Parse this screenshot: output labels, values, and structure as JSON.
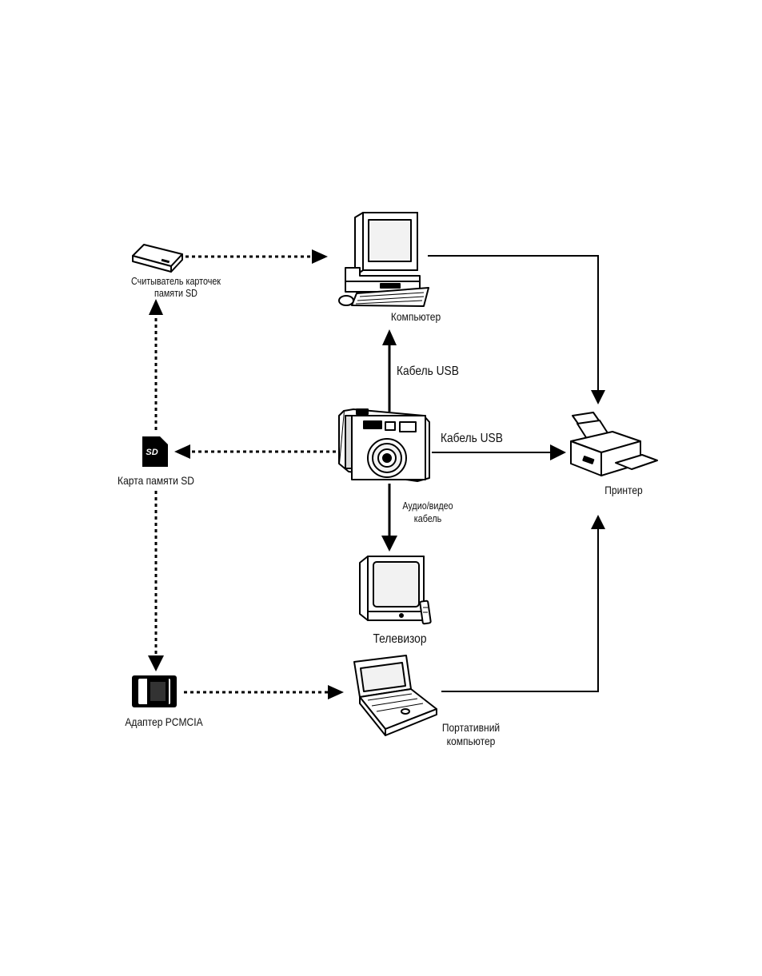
{
  "labels": {
    "card_reader": [
      "Считыватель карточек",
      "памяти SD"
    ],
    "computer": "Компьютер",
    "usb_cable_vertical": "Кабель USB",
    "usb_cable_horizontal": "Кабель USB",
    "sd_card": "Карта памяти SD",
    "av_cable": [
      "Аудио/видео",
      "кабель"
    ],
    "printer": "Принтер",
    "tv": "Телевизор",
    "pcmcia": "Адаптер PCMCIA",
    "laptop": [
      "Портативний",
      "компьютер"
    ],
    "sd_logo": "SD"
  },
  "colors": {
    "ink": "#000000",
    "screen": "#f2f2f2",
    "paper": "#ffffff"
  },
  "icons": [
    "card-reader-icon",
    "computer-icon",
    "camera-icon",
    "sd-card-icon",
    "printer-icon",
    "tv-icon",
    "pcmcia-adapter-icon",
    "laptop-icon"
  ]
}
